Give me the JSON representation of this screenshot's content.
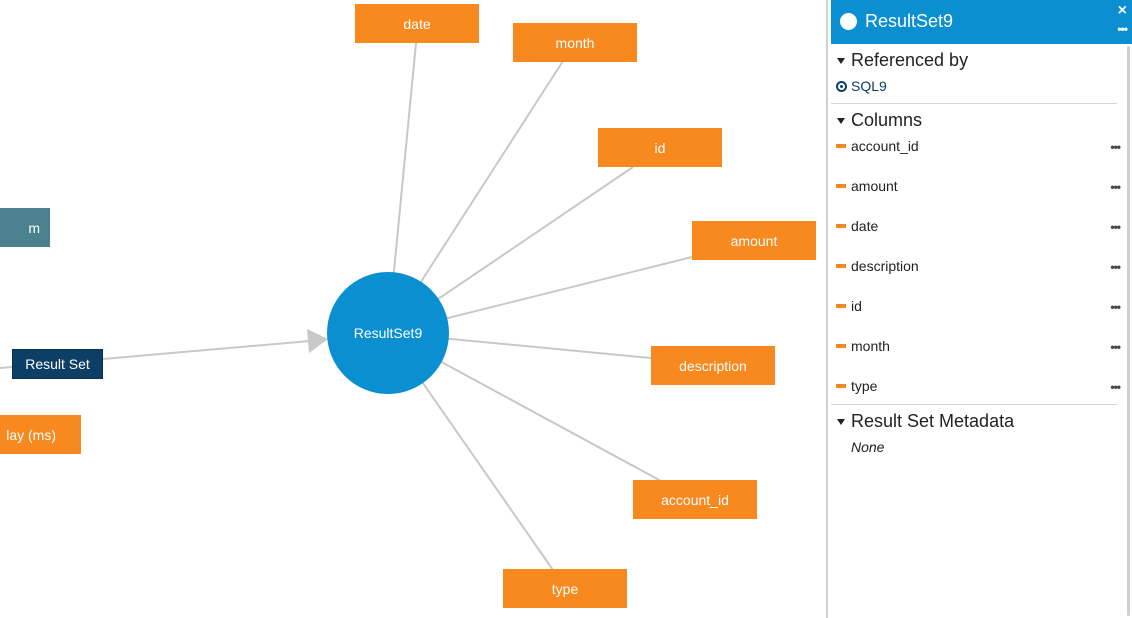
{
  "graph": {
    "center_node": "ResultSet9",
    "column_nodes": {
      "date": "date",
      "month": "month",
      "id": "id",
      "amount": "amount",
      "description": "description",
      "account_id": "account_id",
      "type": "type"
    },
    "left_nodes": {
      "teal_partial": "m",
      "result_set": "Result Set",
      "delay_partial": "lay (ms)"
    },
    "colors": {
      "column_node": "#f7891f",
      "center_node": "#0a8fd1",
      "result_set_node": "#0d3f66",
      "teal_node": "#4b808f",
      "edge": "#c8c8c8"
    }
  },
  "panel": {
    "title": "ResultSet9",
    "close_icon": "×",
    "more_icon": "•••",
    "sections": {
      "referenced_by": {
        "title": "Referenced by",
        "items": [
          "SQL9"
        ]
      },
      "columns": {
        "title": "Columns",
        "items": [
          "account_id",
          "amount",
          "date",
          "description",
          "id",
          "month",
          "type"
        ],
        "more_icon": "•••"
      },
      "metadata": {
        "title": "Result Set Metadata",
        "value": "None"
      }
    }
  }
}
